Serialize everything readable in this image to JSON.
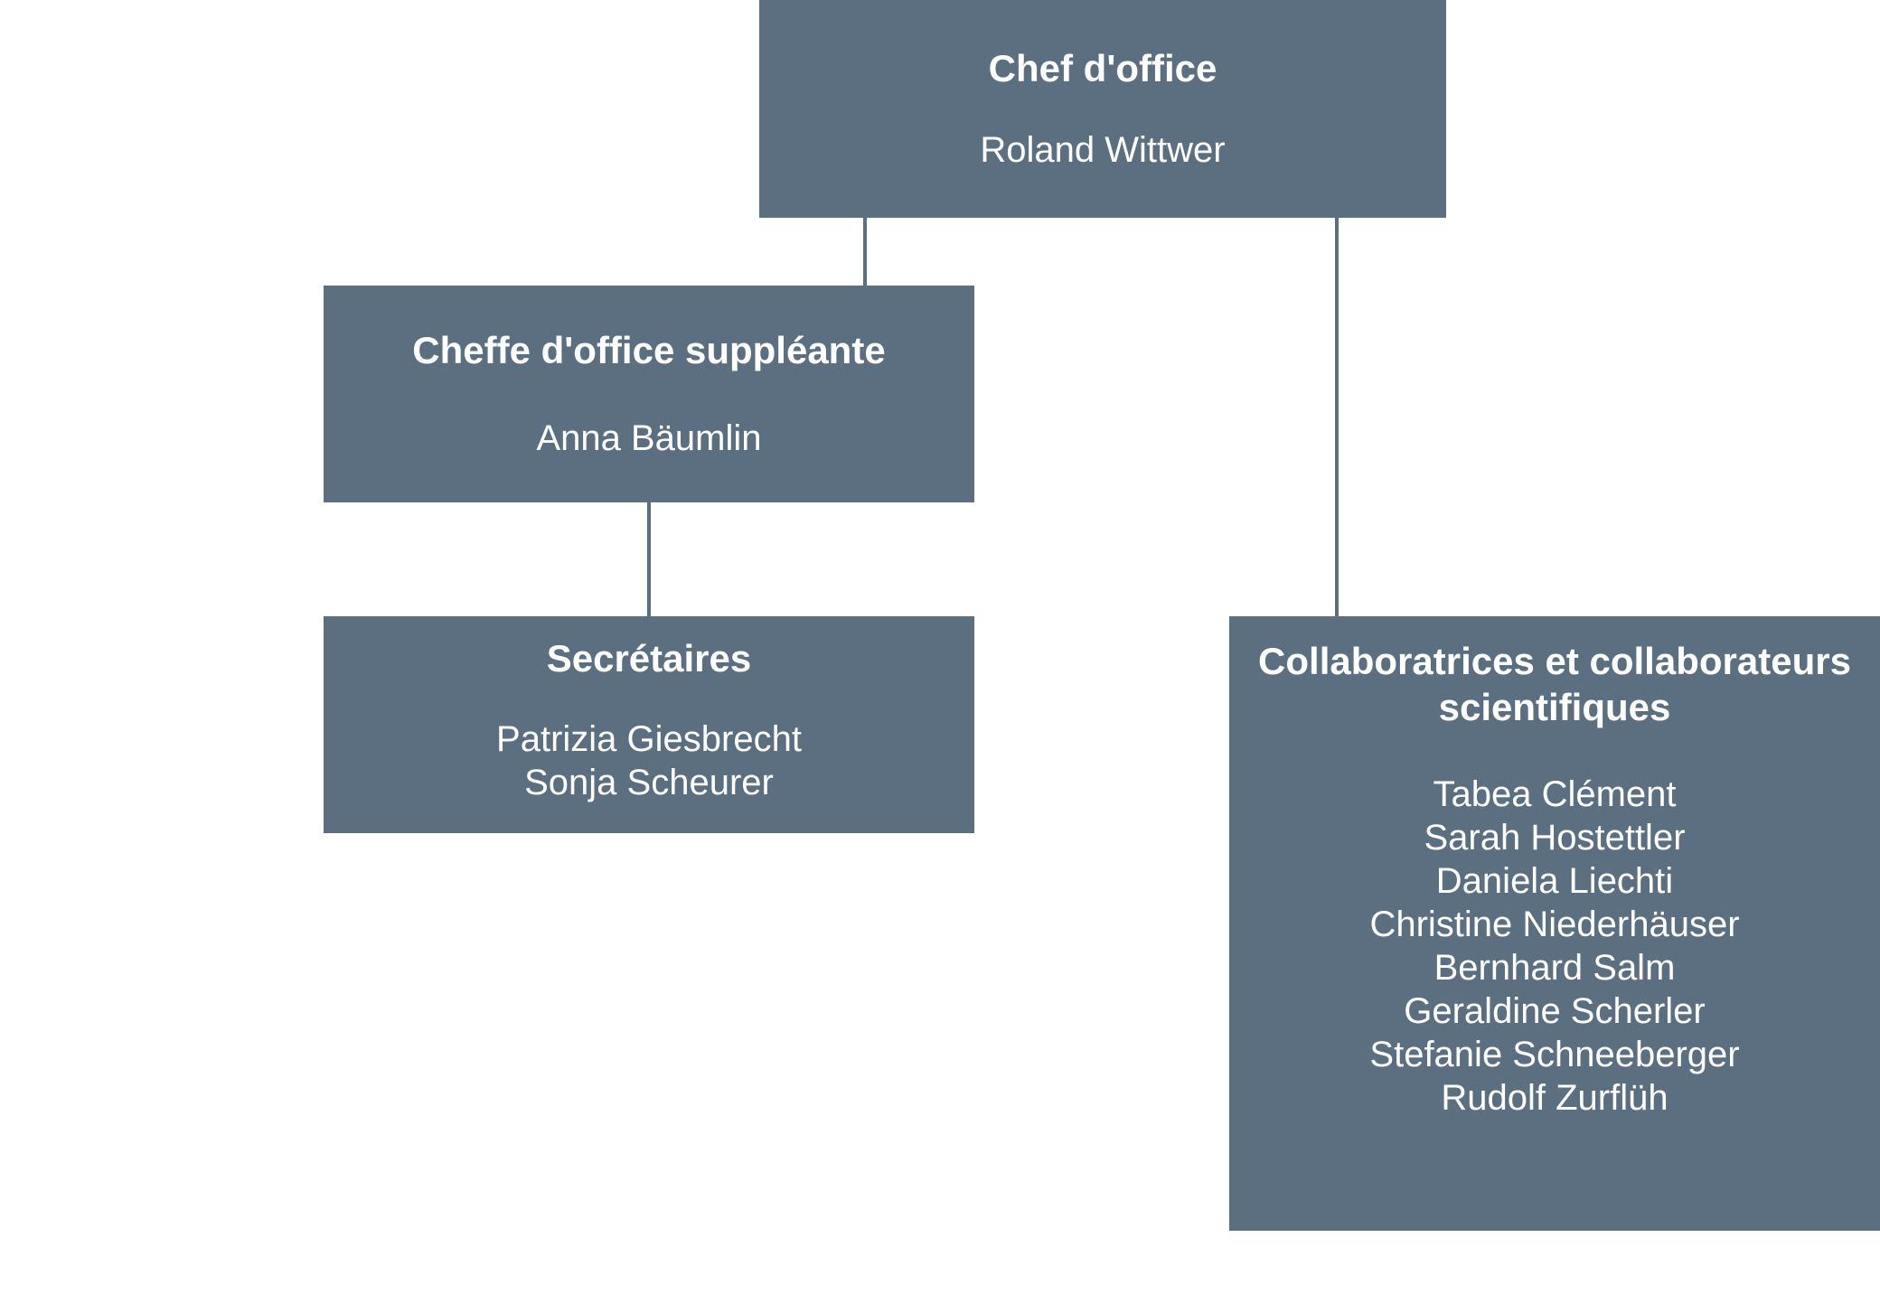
{
  "colors": {
    "box_fill": "#5c6f80",
    "connector": "#5c6f80",
    "text": "#ffffff"
  },
  "chief": {
    "title": "Chef d'office",
    "people": [
      "Roland Wittwer"
    ]
  },
  "deputy": {
    "title": "Cheffe d'office suppléante",
    "people": [
      "Anna Bäumlin"
    ]
  },
  "secretaries": {
    "title": "Secrétaires",
    "people": [
      "Patrizia Giesbrecht",
      "Sonja Scheurer"
    ]
  },
  "scientific_staff": {
    "title": "Collaboratrices et collaborateurs scientifiques",
    "people": [
      "Tabea Clément",
      "Sarah Hostettler",
      "Daniela Liechti",
      "Christine Niederhäuser",
      "Bernhard Salm",
      "Geraldine Scherler",
      "Stefanie Schneeberger",
      "Rudolf Zurflüh"
    ]
  }
}
